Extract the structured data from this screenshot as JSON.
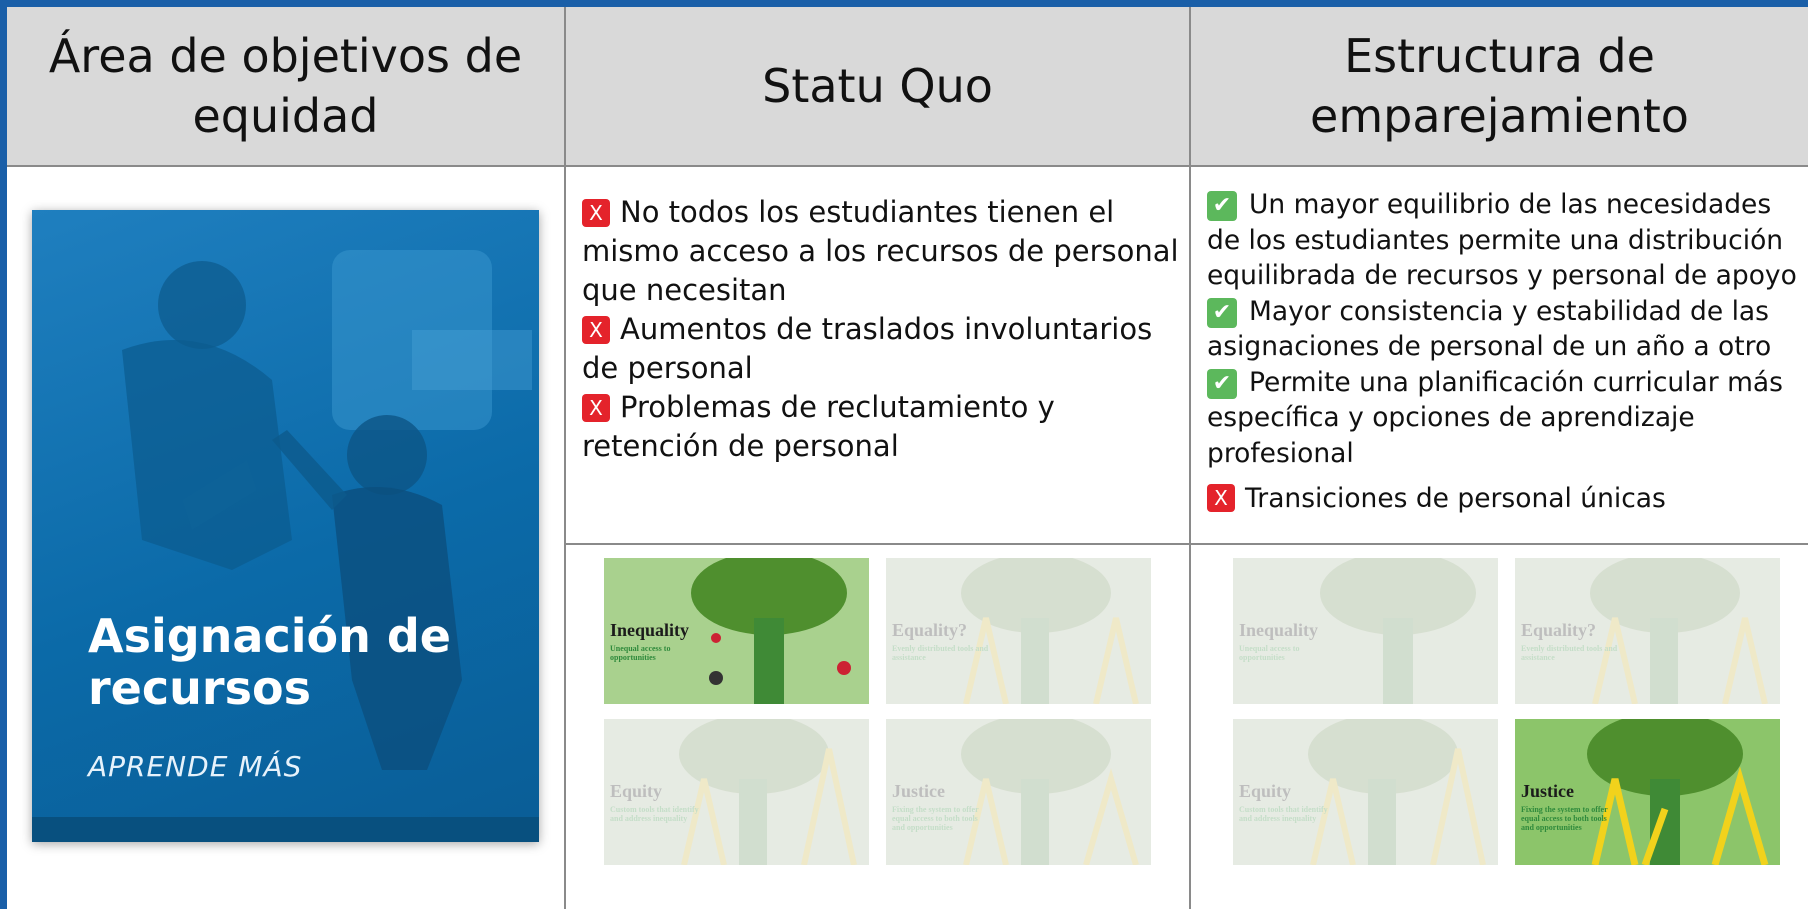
{
  "headers": {
    "col1": "Área de objetivos de equidad",
    "col2": "Statu Quo",
    "col3": "Estructura de emparejamiento"
  },
  "cover": {
    "title": "Asignación de recursos",
    "subtitle": "APRENDE MÁS"
  },
  "status_quo": [
    {
      "mark": "X",
      "text": "No todos los estudiantes tienen el mismo acceso a los recursos de personal que necesitan"
    },
    {
      "mark": "X",
      "text": "Aumentos de traslados involuntarios de personal"
    },
    {
      "mark": "X",
      "text": "Problemas de reclutamiento y retención de personal"
    }
  ],
  "pairing": [
    {
      "mark": "✔",
      "text": "Un mayor equilibrio de las necesidades de los estudiantes permite una distribución equilibrada de recursos y personal de apoyo"
    },
    {
      "mark": "✔",
      "text": "Mayor consistencia y estabilidad de las asignaciones de personal de un año a otro"
    },
    {
      "mark": "✔",
      "text": "Permite una planificación curricular más específica y opciones de aprendizaje profesional"
    },
    {
      "mark": "X",
      "text": "Transiciones de personal únicas"
    }
  ],
  "thumbnails": {
    "inequality": {
      "title": "Inequality",
      "sub": "Unequal access to opportunities"
    },
    "equality": {
      "title": "Equality?",
      "sub": "Evenly distributed tools and assistance"
    },
    "equity": {
      "title": "Equity",
      "sub": "Custom tools that identify and address inequality"
    },
    "justice": {
      "title": "Justice",
      "sub": "Fixing the system to offer equal access to both tools and opportunities"
    }
  }
}
